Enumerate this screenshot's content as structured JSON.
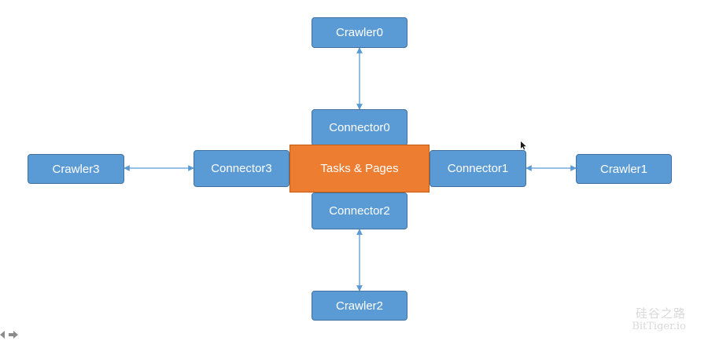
{
  "diagram": {
    "center": {
      "label": "Tasks & Pages"
    },
    "connectors": [
      {
        "label": "Connector0"
      },
      {
        "label": "Connector1"
      },
      {
        "label": "Connector2"
      },
      {
        "label": "Connector3"
      }
    ],
    "crawlers": [
      {
        "label": "Crawler0"
      },
      {
        "label": "Crawler1"
      },
      {
        "label": "Crawler2"
      },
      {
        "label": "Crawler3"
      }
    ],
    "colors": {
      "node_fill": "#5b9bd5",
      "node_border": "#41719c",
      "center_fill": "#ed7d31",
      "edge": "#5b9bd5"
    }
  },
  "watermark": {
    "line1": "硅谷之路",
    "line2": "BitTiger.io"
  },
  "nav": {
    "prev_icon": "previous-slide-icon",
    "next_icon": "next-slide-icon"
  }
}
